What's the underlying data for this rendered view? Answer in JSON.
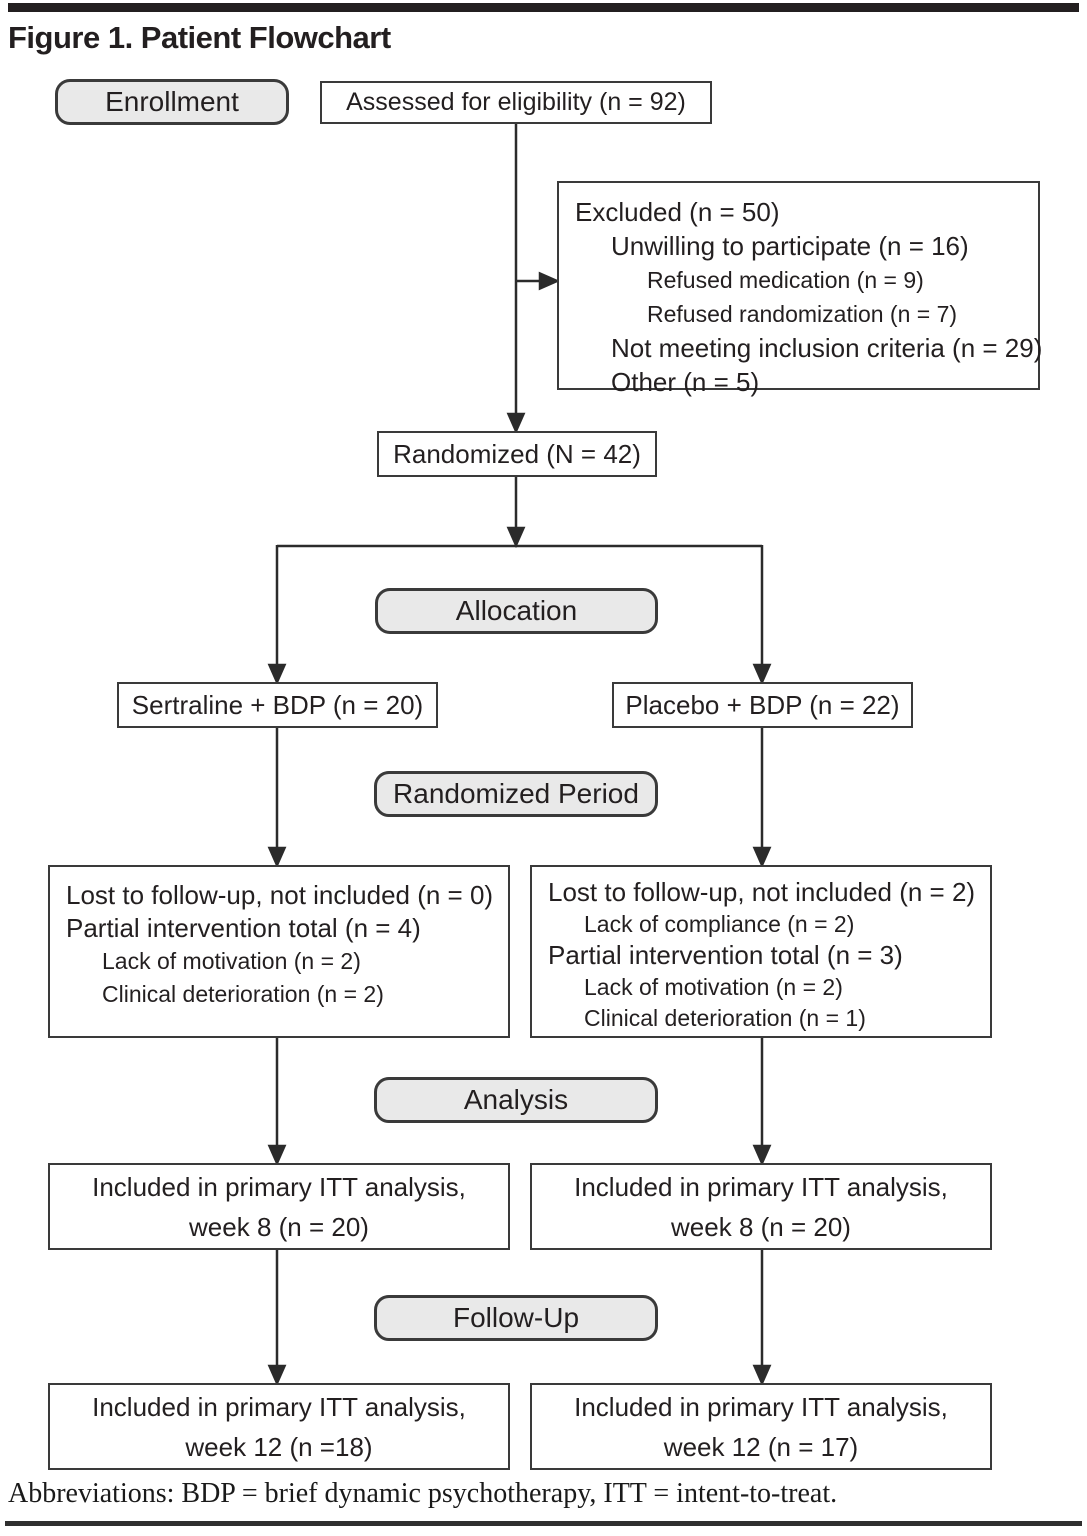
{
  "title": "Figure 1. Patient Flowchart",
  "footer": "Abbreviations: BDP = brief dynamic psychotherapy, ITT = intent-to-treat.",
  "stages": {
    "enrollment": "Enrollment",
    "allocation": "Allocation",
    "randomized_period": "Randomized Period",
    "analysis": "Analysis",
    "follow_up": "Follow-Up"
  },
  "boxes": {
    "assessed": "Assessed for eligibility (n = 92)",
    "excluded": {
      "lines": [
        {
          "text": "Excluded (n = 50)",
          "indent": 0
        },
        {
          "text": "Unwilling to participate (n = 16)",
          "indent": 1
        },
        {
          "text": "Refused medication (n = 9)",
          "indent": 2
        },
        {
          "text": "Refused randomization (n = 7)",
          "indent": 2
        },
        {
          "text": "Not meeting inclusion criteria (n = 29)",
          "indent": 1
        },
        {
          "text": "Other (n = 5)",
          "indent": 1
        }
      ]
    },
    "randomized": "Randomized (N = 42)",
    "sertraline_arm": "Sertraline + BDP (n = 20)",
    "placebo_arm": "Placebo + BDP (n = 22)",
    "sertraline_dropout": {
      "lines": [
        {
          "text": "Lost to follow-up, not included (n = 0)",
          "indent": 0
        },
        {
          "text": "Partial intervention total (n = 4)",
          "indent": 0
        },
        {
          "text": "Lack of motivation (n = 2)",
          "indent": 1
        },
        {
          "text": "Clinical deterioration (n = 2)",
          "indent": 1
        }
      ]
    },
    "placebo_dropout": {
      "lines": [
        {
          "text": "Lost to follow-up, not included (n = 2)",
          "indent": 0
        },
        {
          "text": "Lack of compliance (n = 2)",
          "indent": 1
        },
        {
          "text": "Partial intervention total (n = 3)",
          "indent": 0
        },
        {
          "text": "Lack of motivation (n = 2)",
          "indent": 1
        },
        {
          "text": "Clinical deterioration (n = 1)",
          "indent": 1
        }
      ]
    },
    "sertraline_week8": {
      "line1": "Included in primary ITT analysis,",
      "line2": "week 8 (n = 20)"
    },
    "placebo_week8": {
      "line1": "Included in primary ITT analysis,",
      "line2": "week 8 (n = 20)"
    },
    "sertraline_week12": {
      "line1": "Included in primary ITT analysis,",
      "line2": "week 12 (n =18)"
    },
    "placebo_week12": {
      "line1": "Included in primary ITT analysis,",
      "line2": "week 12 (n = 17)"
    }
  },
  "colors": {
    "stage_fill": "#e9e9e9",
    "box_border": "#3a3a3a",
    "connector": "#2b2b2b",
    "text": "#231f20",
    "top_bar": "#231f20"
  }
}
